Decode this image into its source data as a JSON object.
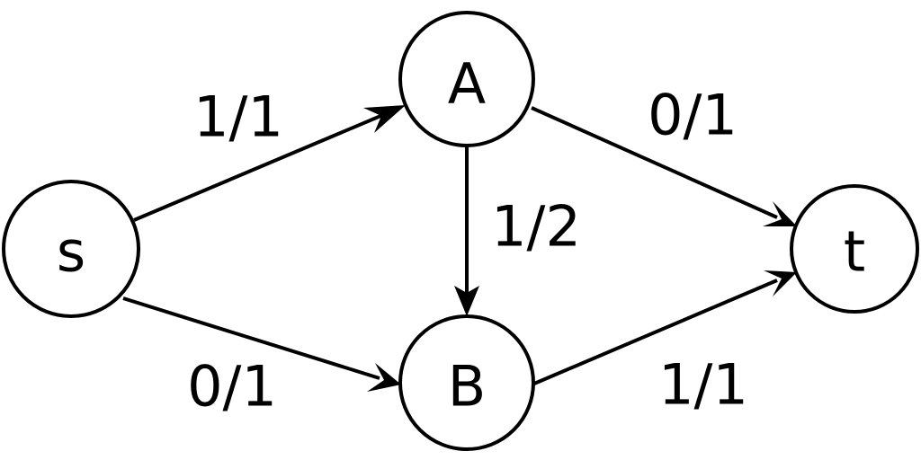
{
  "graph": {
    "nodes": [
      {
        "id": "s",
        "label": "s"
      },
      {
        "id": "A",
        "label": "A"
      },
      {
        "id": "B",
        "label": "B"
      },
      {
        "id": "t",
        "label": "t"
      }
    ],
    "edges": [
      {
        "from": "s",
        "to": "A",
        "label": "1/1"
      },
      {
        "from": "s",
        "to": "B",
        "label": "0/1"
      },
      {
        "from": "A",
        "to": "B",
        "label": "1/2"
      },
      {
        "from": "A",
        "to": "t",
        "label": "0/1"
      },
      {
        "from": "B",
        "to": "t",
        "label": "1/1"
      }
    ]
  }
}
